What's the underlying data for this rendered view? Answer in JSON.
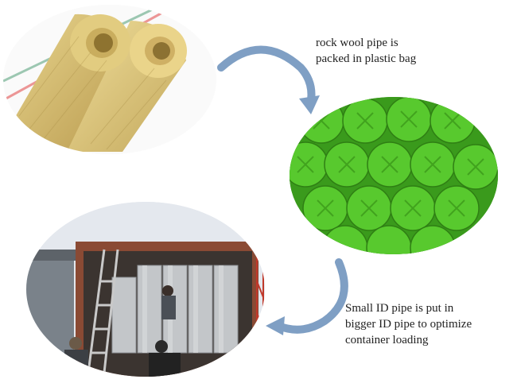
{
  "captions": {
    "step1": [
      "rock wool pipe is",
      "packed in plastic bag"
    ],
    "step2": [
      "Small ID pipe is put in",
      "bigger ID pipe to optimize",
      "container loading"
    ]
  },
  "images": {
    "rockwool": "rock wool pipe sections (yellow)",
    "bagged": "rock wool pipes packed in green plastic bags",
    "container": "loading pipes into shipping container"
  },
  "colors": {
    "arrow": "#7f9fc4",
    "wool": "#d8c27a",
    "bag_green": "#4fbf2a",
    "foil": "#b9bcbf"
  }
}
